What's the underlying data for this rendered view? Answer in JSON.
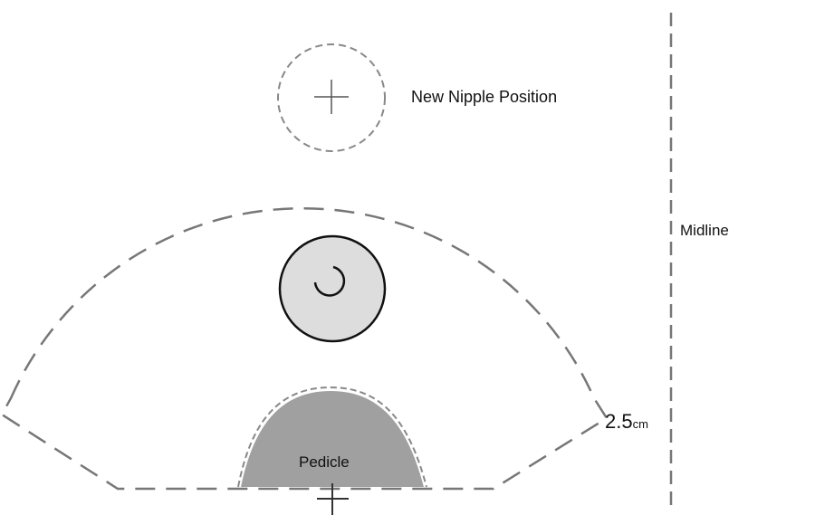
{
  "labels": {
    "new_nipple_position": "New Nipple Position",
    "midline": "Midline",
    "pedicle": "Pedicle",
    "measurement_value": "2.5",
    "measurement_unit": "cm"
  },
  "colors": {
    "dash": "#777777",
    "pedicle_fill": "#a0a0a0",
    "areola_fill": "#dddddd",
    "ink": "#111111"
  }
}
